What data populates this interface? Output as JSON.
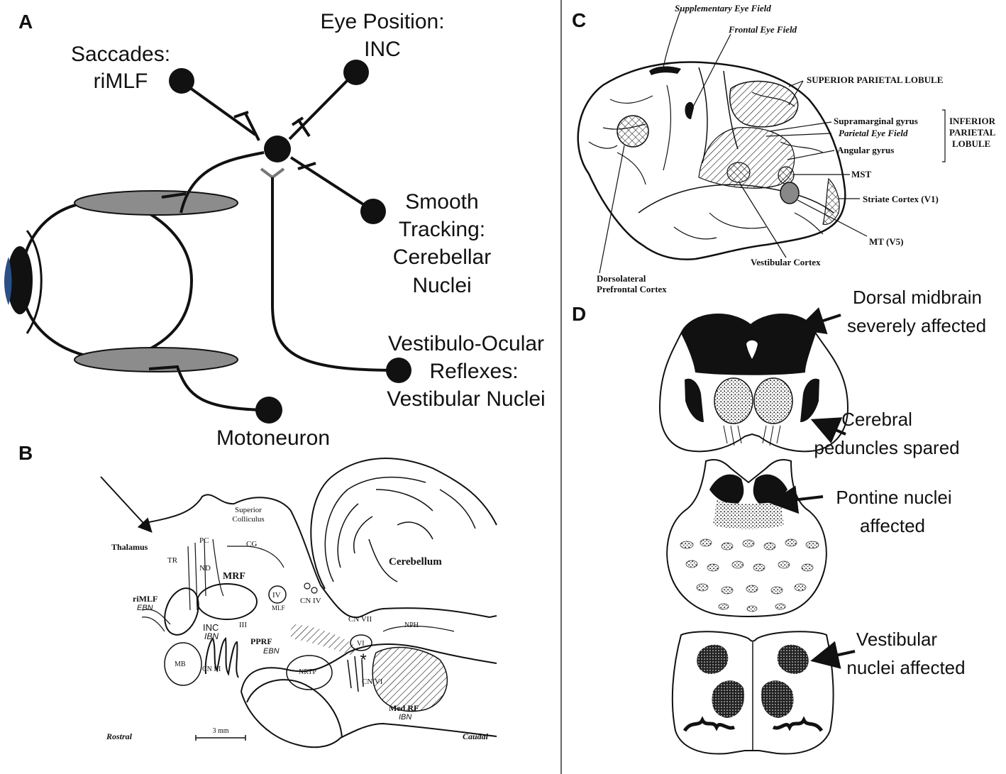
{
  "panels": {
    "A": {
      "letter": "A",
      "saccades": "Saccades:",
      "saccades_nucleus": "riMLF",
      "eye_position": "Eye Position:",
      "eye_position_nucleus": "INC",
      "smooth_1": "Smooth",
      "smooth_2": "Tracking:",
      "smooth_3": "Cerebellar",
      "smooth_4": "Nuclei",
      "vor_1": "Vestibulo-Ocular",
      "vor_2": "Reflexes:",
      "vor_3": "Vestibular Nuclei",
      "motoneuron": "Motoneuron"
    },
    "B": {
      "letter": "B",
      "superior": "Superior",
      "colliculus": "Colliculus",
      "thalamus": "Thalamus",
      "cerebellum": "Cerebellum",
      "pc": "PC",
      "cg": "CG",
      "tr": "TR",
      "nd": "ND",
      "mrf": "MRF",
      "rimlf": "riMLF",
      "ebn": "EBN",
      "inc": "INC",
      "ibn": "IBN",
      "iii": "III",
      "iv": "IV",
      "mlf": "MLF",
      "cn_iv": "CN IV",
      "cn_vii": "CN VII",
      "nph": "NPH",
      "vi": "VI",
      "pprf": "PPRF",
      "pprf_ebn": "EBN",
      "mb": "MB",
      "cn_iii": "CN III",
      "nrtp": "NRTP",
      "cn_vi": "CN VI",
      "med_rf": "Med RF",
      "med_ibn": "IBN",
      "rostral": "Rostral",
      "scale": "3 mm",
      "caudal": "Caudal"
    },
    "C": {
      "letter": "C",
      "sef": "Supplementary Eye Field",
      "fef": "Frontal Eye Field",
      "spl": "SUPERIOR PARIETAL LOBULE",
      "supramarginal": "Supramarginal gyrus",
      "pef": "Parietal Eye Field",
      "angular": "Angular gyrus",
      "ipl_1": "INFERIOR",
      "ipl_2": "PARIETAL",
      "ipl_3": "LOBULE",
      "mst": "MST",
      "striate": "Striate Cortex (V1)",
      "mt": "MT (V5)",
      "vestibular": "Vestibular Cortex",
      "dlpfc_1": "Dorsolateral",
      "dlpfc_2": "Prefrontal Cortex"
    },
    "D": {
      "letter": "D",
      "dorsal_1": "Dorsal midbrain",
      "dorsal_2": "severely affected",
      "cerebral_1": "Cerebral",
      "cerebral_2": "peduncles spared",
      "pontine_1": "Pontine nuclei",
      "pontine_2": "affected",
      "vest_1": "Vestibular",
      "vest_2": "nuclei affected"
    }
  },
  "colors": {
    "ink": "#111111",
    "disc_gray": "#8c8c8c",
    "iris_blue": "#2a4f86",
    "divider": "#666666"
  }
}
